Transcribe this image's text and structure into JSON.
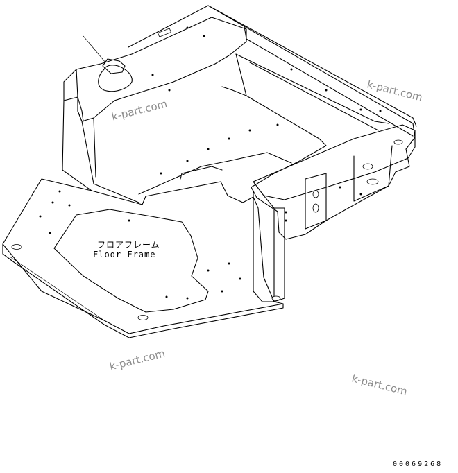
{
  "label": {
    "jp": "フロアフレーム",
    "en": "Floor Frame"
  },
  "watermarks": [
    "k-part.com",
    "k-part.com",
    "k-part.com",
    "k-part.com"
  ],
  "part_number": "00069268"
}
